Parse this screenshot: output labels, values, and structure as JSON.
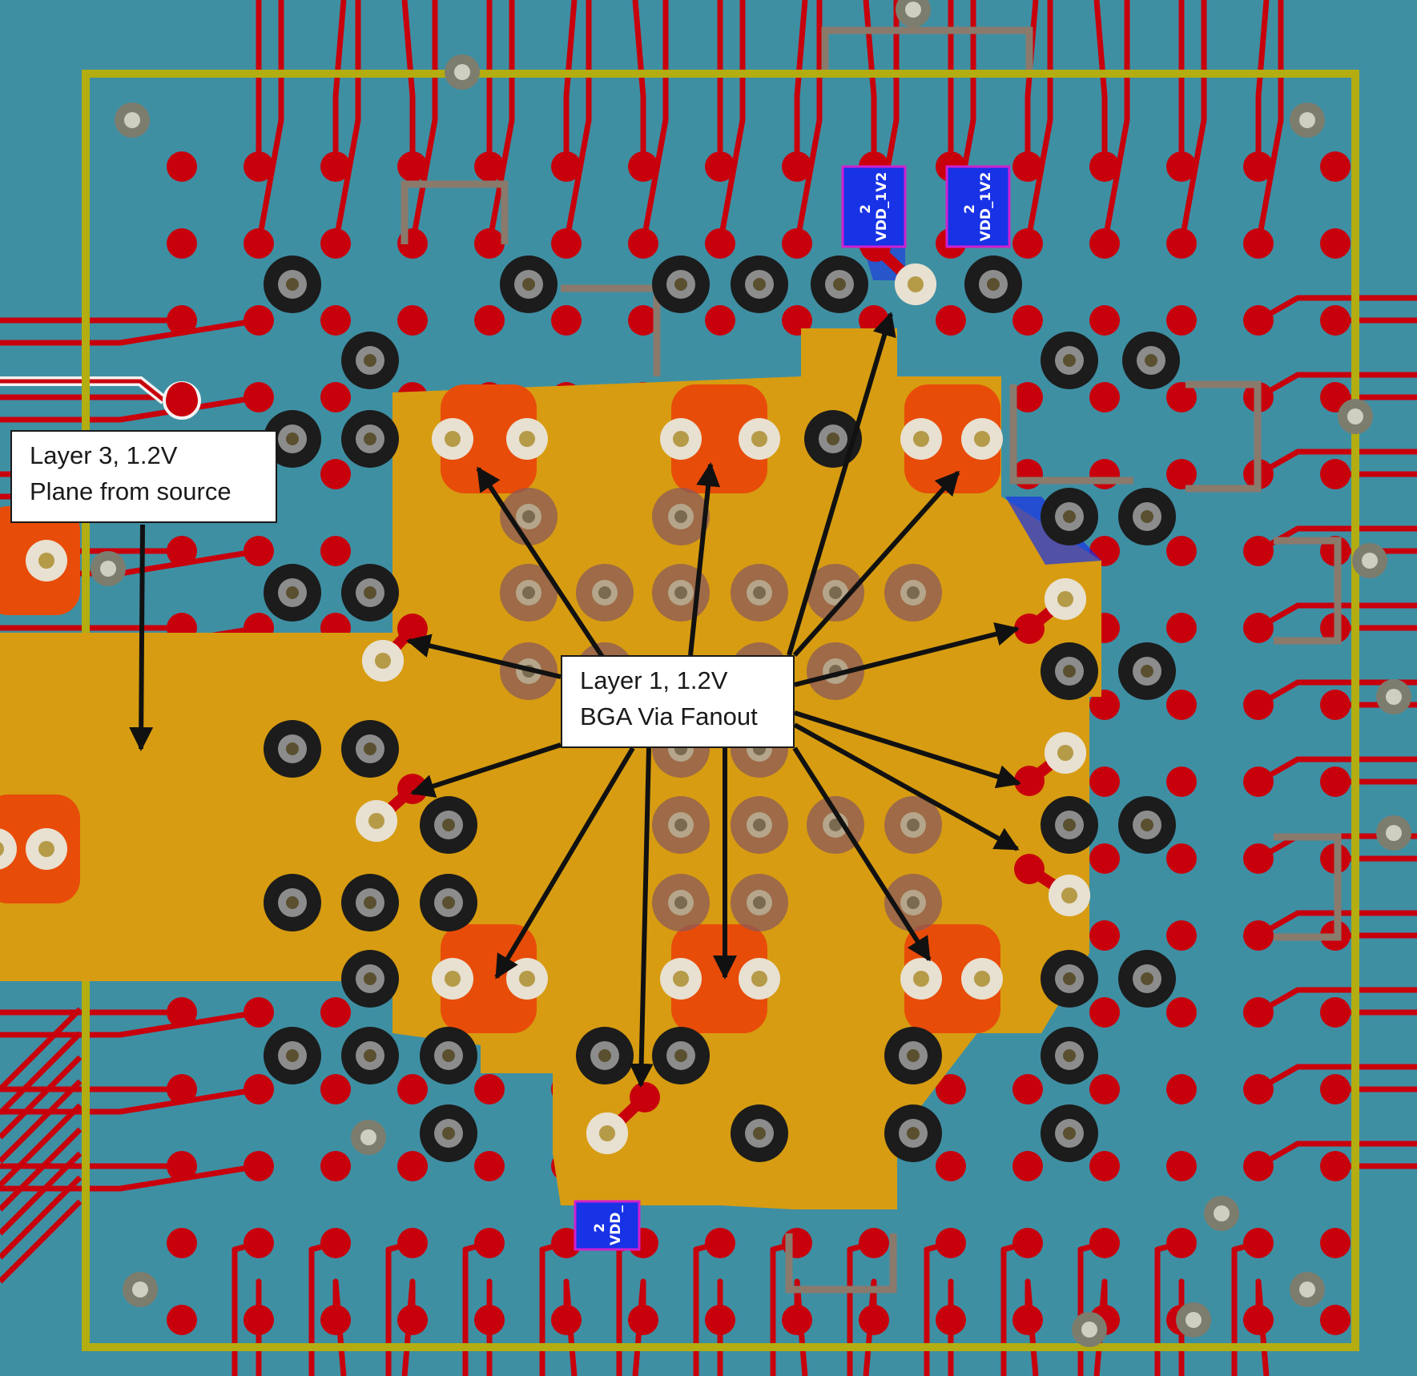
{
  "annotations": {
    "layer3": {
      "line1": "Layer 3, 1.2V",
      "line2": "Plane from source"
    },
    "layer1": {
      "line1": "Layer 1, 1.2V",
      "line2": "BGA Via Fanout"
    }
  },
  "components": {
    "cap_a": {
      "pin": "2",
      "net": "VDD_1V2"
    },
    "cap_b": {
      "pin": "2",
      "net": "VDD_1V2"
    },
    "cap_c": {
      "pin": "2",
      "net": "VDD_"
    }
  },
  "colors": {
    "board": "#3f8fa3",
    "pad": "#c8000c",
    "plane": "#d79c11",
    "outline": "#b3ad11",
    "silk": "#8a7a6c",
    "via_ring": "#1c1c1c",
    "via_hole": "#8c8c8c",
    "power_via": "#e84c09",
    "smd": "#1832e6"
  }
}
